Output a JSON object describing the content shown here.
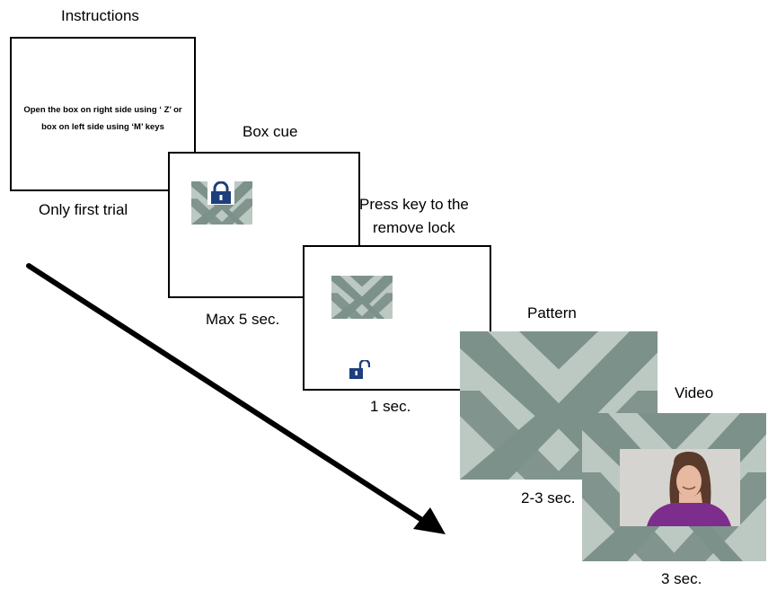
{
  "instructions": {
    "title": "Instructions",
    "text_line1": "Open the box on right side using ‘ Z’ or",
    "text_line2": "box on left side using ‘M’ keys",
    "caption": "Only first trial"
  },
  "box_cue": {
    "title": "Box cue",
    "caption": "Max 5 sec."
  },
  "press_key": {
    "title_line1": "Press key to the",
    "title_line2": "remove lock",
    "caption": "1 sec."
  },
  "pattern": {
    "title": "Pattern",
    "caption": "2-3 sec."
  },
  "video": {
    "title": "Video",
    "caption": "3 sec."
  },
  "colors": {
    "pattern_dark": "#7d918b",
    "pattern_light": "#bcc9c2",
    "lock_blue": "#1c3f7d",
    "video_wall": "#d6d4d0",
    "shirt": "#7d2d8c",
    "hair": "#5a3a2b",
    "skin": "#e7b9a1"
  },
  "icons": [
    "padlock-closed-icon",
    "padlock-open-icon",
    "timeline-arrow-icon"
  ]
}
